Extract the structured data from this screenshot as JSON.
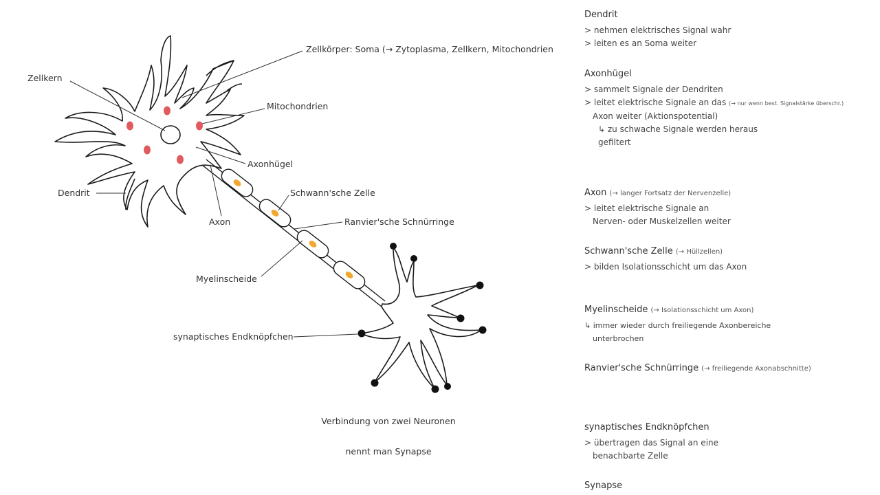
{
  "diagram": {
    "labels": {
      "zellkoerper": "Zellkörper: Soma (→ Zytoplasma, Zellkern, Mitochondrien",
      "zellkern": "Zellkern",
      "mitochondrien": "Mitochondrien",
      "axonhuegel": "Axonhügel",
      "dendrit": "Dendrit",
      "axon": "Axon",
      "schwann": "Schwann'sche Zelle",
      "ranvier": "Ranvier'sche Schnürringe",
      "myelin": "Myelinscheide",
      "endknoepfchen": "synaptisches Endknöpfchen"
    },
    "caption_line1": "Verbindung von zwei Neuronen",
    "caption_line2": "nennt man Synapse",
    "colors": {
      "mitochondria": "#e05a5e",
      "schwann_nucleus": "#f0a830",
      "outline": "#1a1a1a"
    }
  },
  "notes": {
    "dendrit": {
      "title": "Dendrit",
      "l1": "> nehmen elektrisches Signal wahr",
      "l2": "> leiten es an Soma weiter"
    },
    "axonhuegel": {
      "title": "Axonhügel",
      "l1": "> sammelt Signale der Dendriten",
      "l2": "> leitet elektrische Signale an das",
      "l2_note": "(→ nur wenn best. Signalstärke überschr.)",
      "l3": "Axon weiter (Aktionspotential)",
      "l4": "↳ zu schwache Signale werden heraus",
      "l5": "gefiltert"
    },
    "axon": {
      "title": "Axon",
      "title_note": "(→ langer Fortsatz der Nervenzelle)",
      "l1": "> leitet elektrische Signale an",
      "l2": "Nerven- oder Muskelzellen weiter"
    },
    "schwann": {
      "title": "Schwann'sche Zelle",
      "title_note": "(→ Hüllzellen)",
      "l1": "> bilden Isolationsschicht um das Axon"
    },
    "myelin": {
      "title": "Myelinscheide",
      "title_note": "(→ Isolationsschicht um Axon)",
      "l1": "↳ immer wieder durch freiliegende Axonbereiche",
      "l2": "unterbrochen"
    },
    "ranvier": {
      "title": "Ranvier'sche Schnürringe",
      "title_note": "(→ freiliegende Axonabschnitte)"
    },
    "endknoepfchen": {
      "title": "synaptisches Endknöpfchen",
      "l1": "> übertragen das Signal an eine",
      "l2": "benachbarte Zelle"
    },
    "synapse": {
      "title": "Synapse"
    }
  }
}
